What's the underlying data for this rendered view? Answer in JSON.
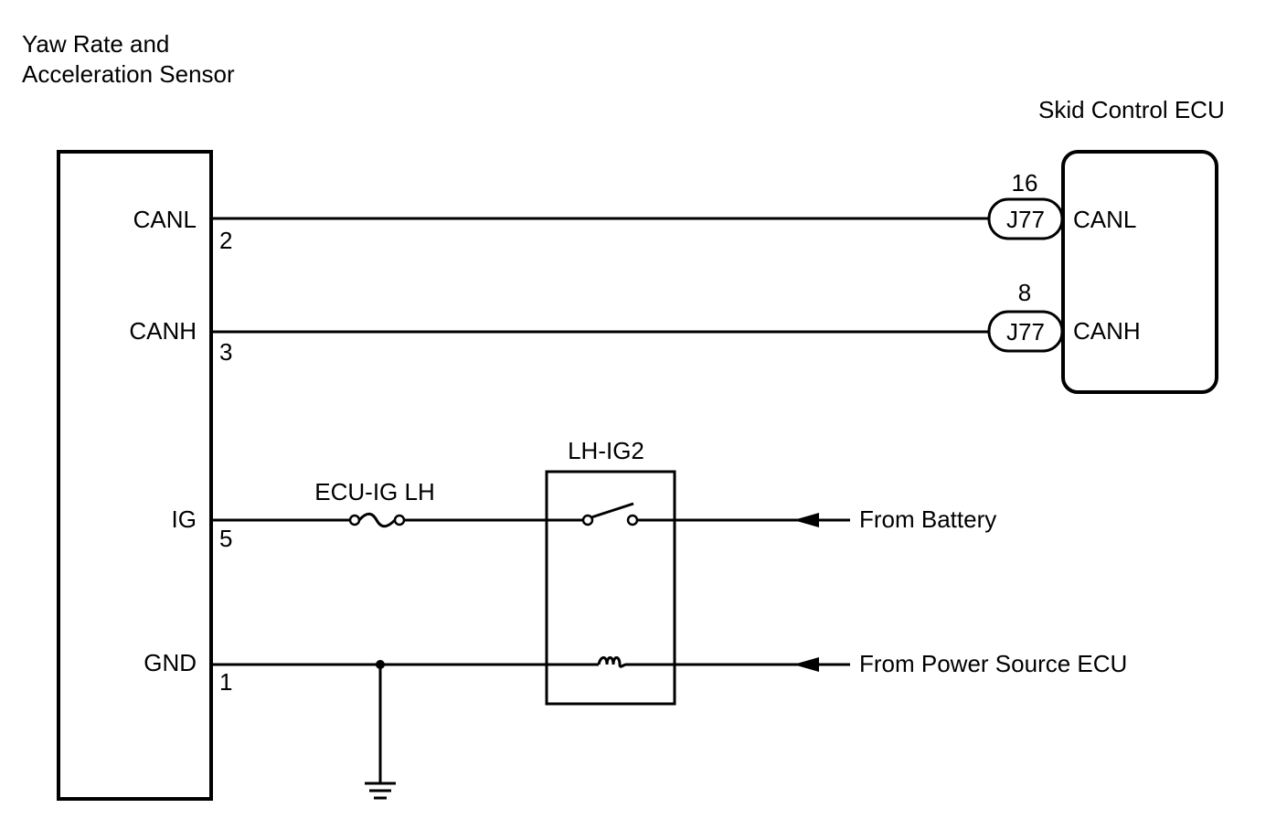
{
  "sensor": {
    "title_line1": "Yaw Rate and",
    "title_line2": "Acceleration Sensor",
    "pins": [
      {
        "name": "CANL",
        "number": "2"
      },
      {
        "name": "CANH",
        "number": "3"
      },
      {
        "name": "IG",
        "number": "5"
      },
      {
        "name": "GND",
        "number": "1"
      }
    ]
  },
  "ecu": {
    "title": "Skid Control ECU",
    "pins": [
      {
        "name": "CANL",
        "number": "16",
        "connector": "J77"
      },
      {
        "name": "CANH",
        "number": "8",
        "connector": "J77"
      }
    ]
  },
  "fuse": {
    "label": "ECU-IG LH"
  },
  "relay": {
    "label": "LH-IG2"
  },
  "sources": {
    "battery": "From Battery",
    "power_ecu": "From Power Source ECU"
  }
}
